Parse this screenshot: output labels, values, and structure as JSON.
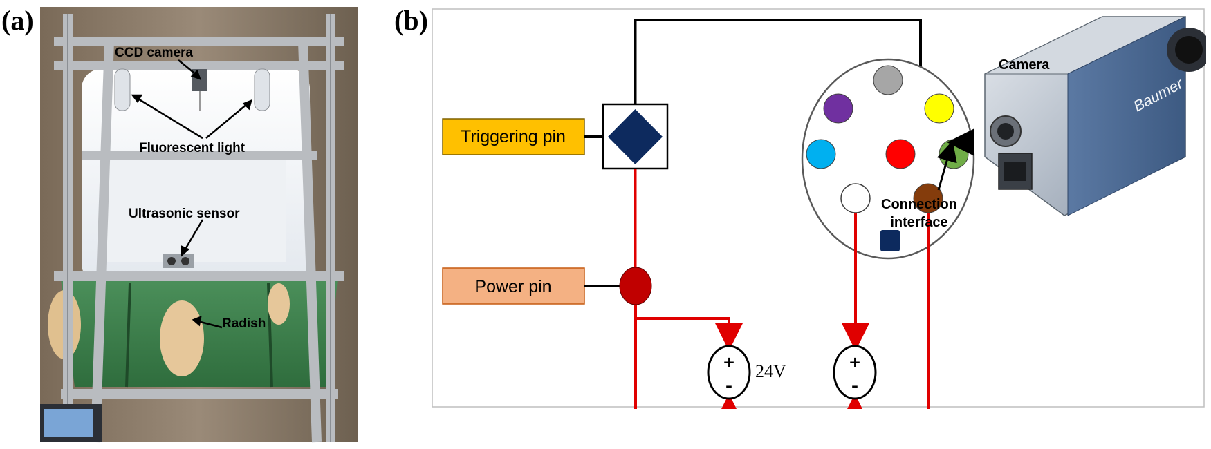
{
  "panels": {
    "a": "(a)",
    "b": "(b)"
  },
  "photo": {
    "labels": {
      "camera": "CCD camera",
      "light": "Fluorescent light",
      "sensor": "Ultrasonic sensor",
      "radish": "Radish"
    }
  },
  "schematic": {
    "trigger_label": "Triggering pin",
    "power_label": "Power pin",
    "voltage": "24V",
    "plus": "+",
    "minus": "-",
    "camera_label": "Camera",
    "brand": "Baumer",
    "interface_label_1": "Connection",
    "interface_label_2": "interface"
  },
  "colors": {
    "trigger_box": "#ffc000",
    "power_box": "#f4b183",
    "wire_signal": "#000000",
    "wire_power": "#e00000",
    "pin_diamond": "#0d2a5e",
    "pin_power": "#c00000",
    "connector_pins": [
      "#a6a6a6",
      "#7030a0",
      "#ffff00",
      "#00b0f0",
      "#ff0000",
      "#70ad47",
      "#ffffff",
      "#843c0c",
      "#0d2a5e"
    ]
  }
}
